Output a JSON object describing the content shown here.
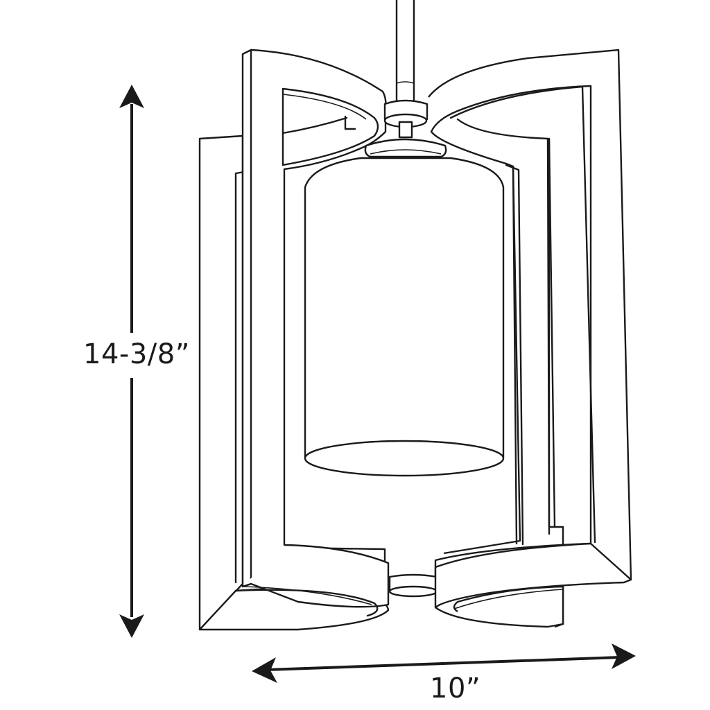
{
  "diagram": {
    "subject": "pendant-light-fixture-line-drawing",
    "dimensions": {
      "height": {
        "label": "14-3/8”",
        "orientation": "vertical"
      },
      "width": {
        "label": "10”",
        "orientation": "horizontal"
      }
    },
    "colors": {
      "line": "#1a1a1a",
      "background": "#ffffff"
    }
  }
}
